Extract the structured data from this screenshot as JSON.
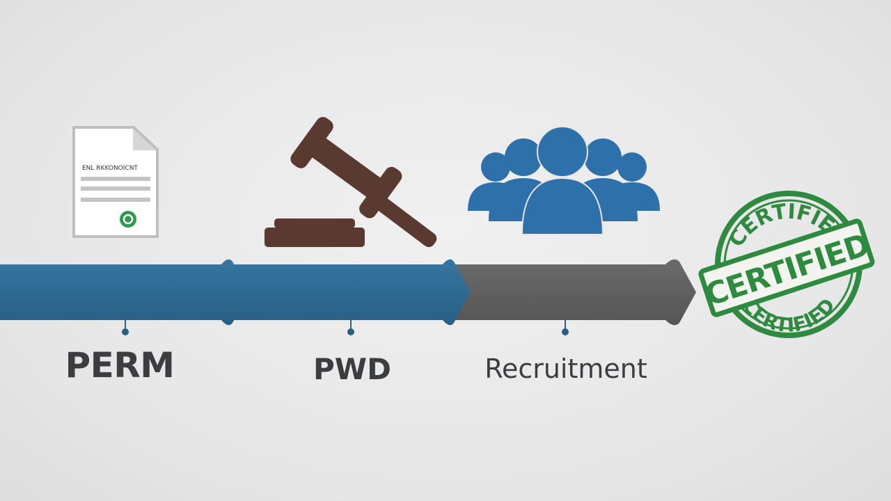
{
  "document_icon": {
    "heading": "ENL RKKONOICNT"
  },
  "stages": [
    {
      "label": "PERM"
    },
    {
      "label": "PWD"
    },
    {
      "label": "Recruitment"
    }
  ],
  "stamp": {
    "top_text": "CERTIFIED",
    "main_text": "CERTIFIED",
    "bottom_text": "CERTIFIED"
  },
  "colors": {
    "blue": "#2e6a92",
    "gray": "#5e5e5e",
    "brown": "#5a3a30",
    "people": "#2e70aa",
    "stamp_green": "#2e8a3e",
    "text": "#3b3d40"
  }
}
